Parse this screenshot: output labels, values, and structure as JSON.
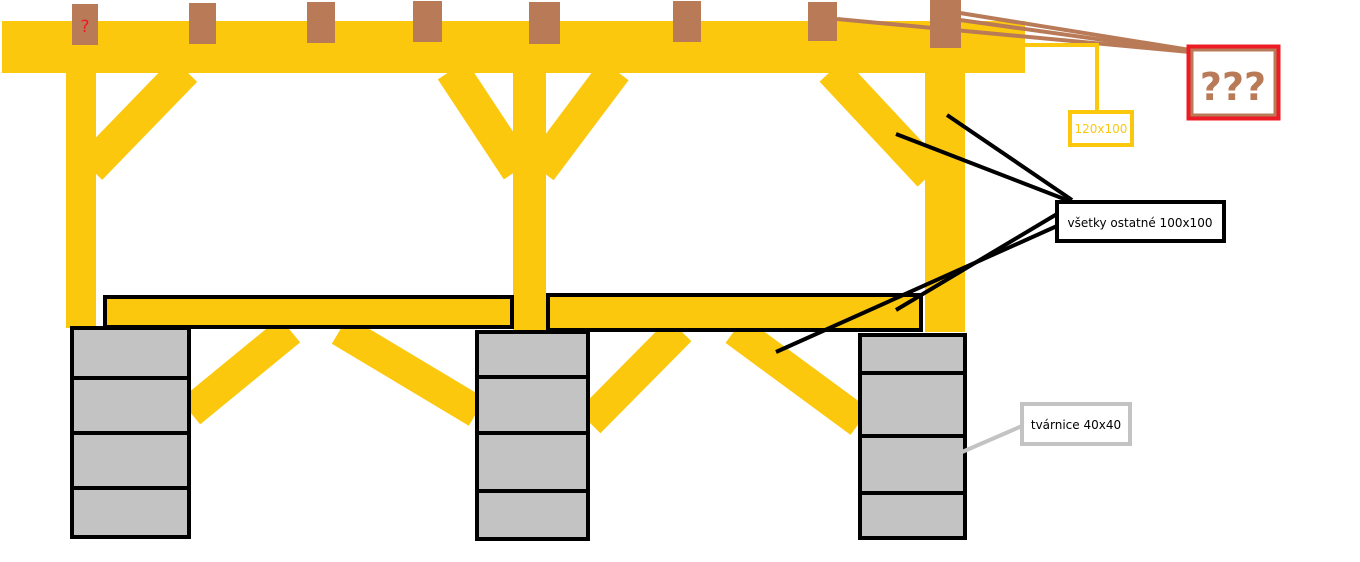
{
  "colors": {
    "timber": "#FCC80E",
    "rafter": "#B97A57",
    "block": "#C3C3C3",
    "outline": "#000000",
    "alert": "#ED1C24"
  },
  "labels": {
    "rafter_question": "?",
    "rafter_unknown": "???",
    "beam_size": "120x100",
    "others_size": "všetky ostatné 100x100",
    "blocks": "tvárnice 40x40"
  }
}
